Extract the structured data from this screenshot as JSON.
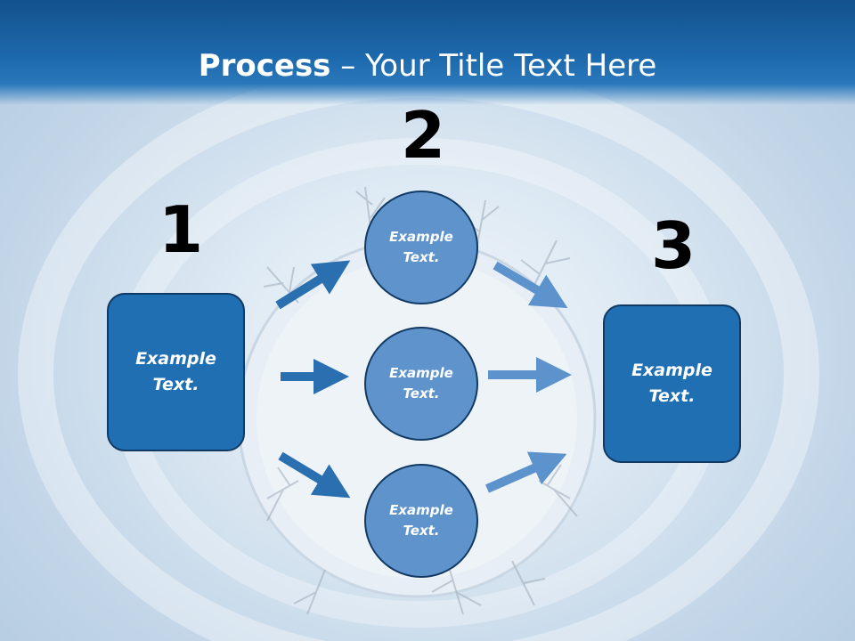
{
  "slide": {
    "title_bold": "Process",
    "title_rest": " – Your Title Text Here"
  },
  "steps": {
    "num1": "1",
    "num2": "2",
    "num3": "3"
  },
  "left_box": {
    "line1": "Example",
    "line2": "Text."
  },
  "right_box": {
    "line1": "Example",
    "line2": "Text."
  },
  "circles": [
    {
      "line1": "Example",
      "line2": "Text."
    },
    {
      "line1": "Example",
      "line2": "Text."
    },
    {
      "line1": "Example",
      "line2": "Text."
    }
  ],
  "colors": {
    "header": "#1d69ad",
    "box_fill": "#1f6fb2",
    "circle_fill": "#5f93cb",
    "arrow_dark": "#2a6fb0",
    "arrow_light": "#5c93cc"
  }
}
